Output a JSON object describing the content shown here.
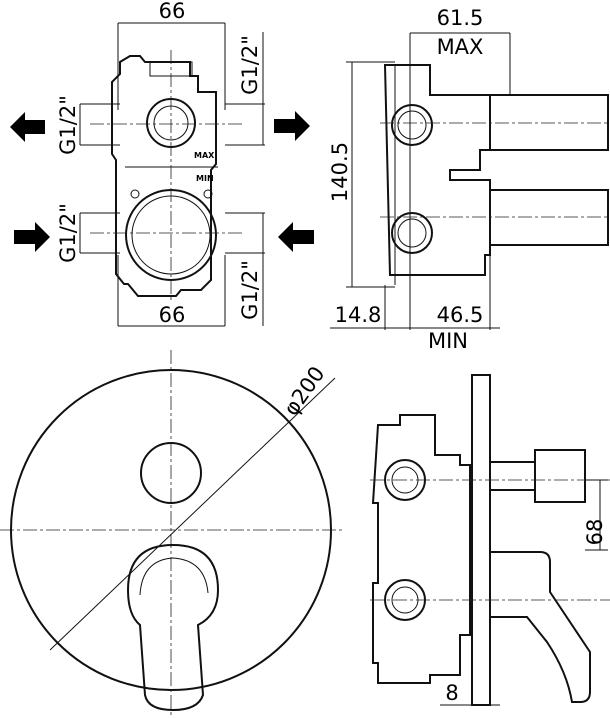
{
  "title": "Concealed shower mixer technical drawing",
  "front_view": {
    "width_top": "66",
    "width_bottom": "66",
    "thread_top_left": "G1/2\"",
    "thread_bottom_left": "G1/2\"",
    "thread_top_right": "G1/2\"",
    "thread_bottom_right": "G1/2\"",
    "mark_max": "MAX",
    "mark_min": "MIN"
  },
  "side_view": {
    "depth_max": "61.5",
    "max_label": "MAX",
    "height": "140.5",
    "offset": "14.8",
    "depth_min": "46.5",
    "min_label": "MIN"
  },
  "plate_view": {
    "diameter": "φ200"
  },
  "assembly_side_view": {
    "spacing": "68",
    "plate_thickness": "8"
  }
}
